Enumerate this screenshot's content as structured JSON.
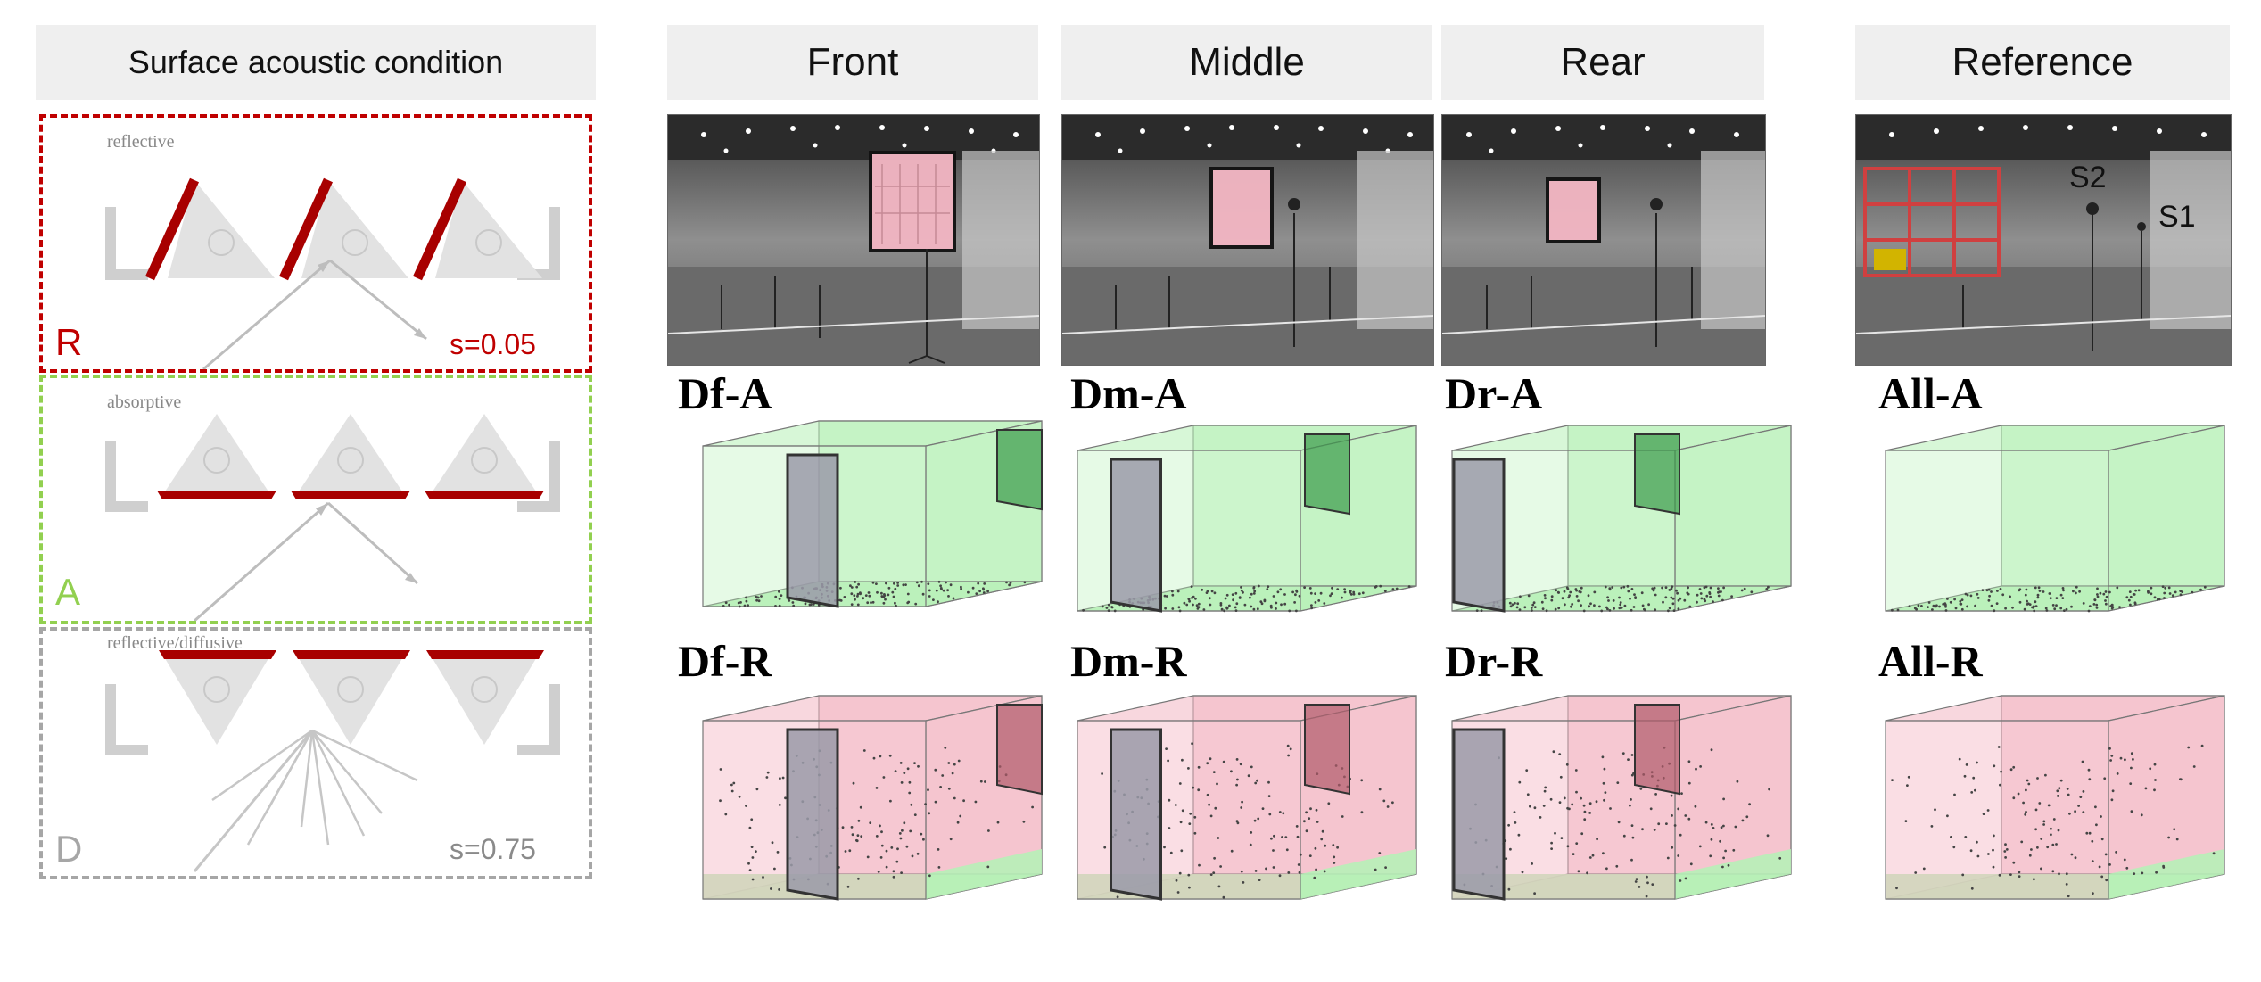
{
  "left_panel": {
    "header": "Surface acoustic condition",
    "conditions": [
      {
        "letter": "R",
        "sub": "reflective",
        "s": "s=0.05",
        "color": "#c00000"
      },
      {
        "letter": "A",
        "sub": "absorptive",
        "s": "",
        "color": "#92d050"
      },
      {
        "letter": "D",
        "sub": "reflective/diffusive",
        "s": "s=0.75",
        "color": "#a6a6a6"
      }
    ]
  },
  "columns": [
    {
      "header": "Front",
      "label_a": "Df-A",
      "label_r": "Df-R"
    },
    {
      "header": "Middle",
      "label_a": "Dm-A",
      "label_r": "Dm-R"
    },
    {
      "header": "Rear",
      "label_a": "Dr-A",
      "label_r": "Dr-R"
    },
    {
      "header": "Reference",
      "label_a": "All-A",
      "label_r": "All-R"
    }
  ],
  "photo_labels": {
    "s2": "S2",
    "s1": "S1"
  },
  "colors": {
    "reflective_red": "#c00000",
    "absorptive_green": "#92d050",
    "diffusive_gray": "#a6a6a6",
    "room_green": "#b7f0b7",
    "room_pink": "#f3b6c3",
    "panel_gray": "#9a9aa8"
  }
}
